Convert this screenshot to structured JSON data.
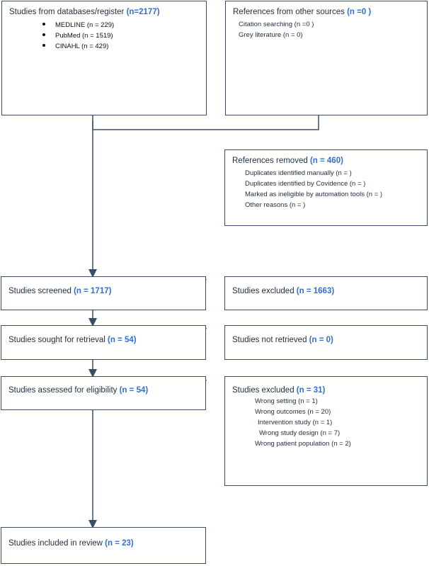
{
  "identification": {
    "databases": {
      "title": "Studies from databases/register ",
      "count": "(n=2177)",
      "items": [
        "MEDLINE (n = 229)",
        "PubMed (n = 1519)",
        "CINAHL (n = 429)"
      ]
    },
    "other_sources": {
      "title": "References from other sources ",
      "count": "(n =0 )",
      "items": [
        "Citation searching (n =0 )",
        "Grey literature (n = 0)"
      ]
    },
    "removed": {
      "title": "References removed ",
      "count": "(n = 460)",
      "items": [
        "Duplicates identified manually (n = )",
        "Duplicates identified by Covidence (n = )",
        "Marked as ineligible by automation tools (n = )",
        "Other reasons (n = )"
      ]
    }
  },
  "screening": {
    "screened": {
      "title": "Studies screened ",
      "count": "(n = 1717)"
    },
    "excluded": {
      "title": "Studies excluded ",
      "count": "(n = 1663)"
    },
    "sought": {
      "title": "Studies sought for retrieval ",
      "count": "(n = 54)"
    },
    "not_retrieved": {
      "title": "Studies not retrieved ",
      "count": "(n = 0)"
    },
    "assessed": {
      "title": "Studies assessed for eligibility ",
      "count": "(n = 54)"
    },
    "excluded_eligibility": {
      "title": "Studies excluded ",
      "count": "(n = 31)",
      "items": [
        "Wrong setting (n = 1)",
        "Wrong outcomes (n = 20)",
        "Intervention study (n = 1)",
        "Wrong study design (n = 7)",
        "Wrong patient population (n = 2)"
      ]
    }
  },
  "included": {
    "title": "Studies included in review ",
    "count": "(n = 23)"
  },
  "colors": {
    "count_text": "#2f6fd6",
    "border": "#3a4e68",
    "arrow": "#3a4e68"
  }
}
